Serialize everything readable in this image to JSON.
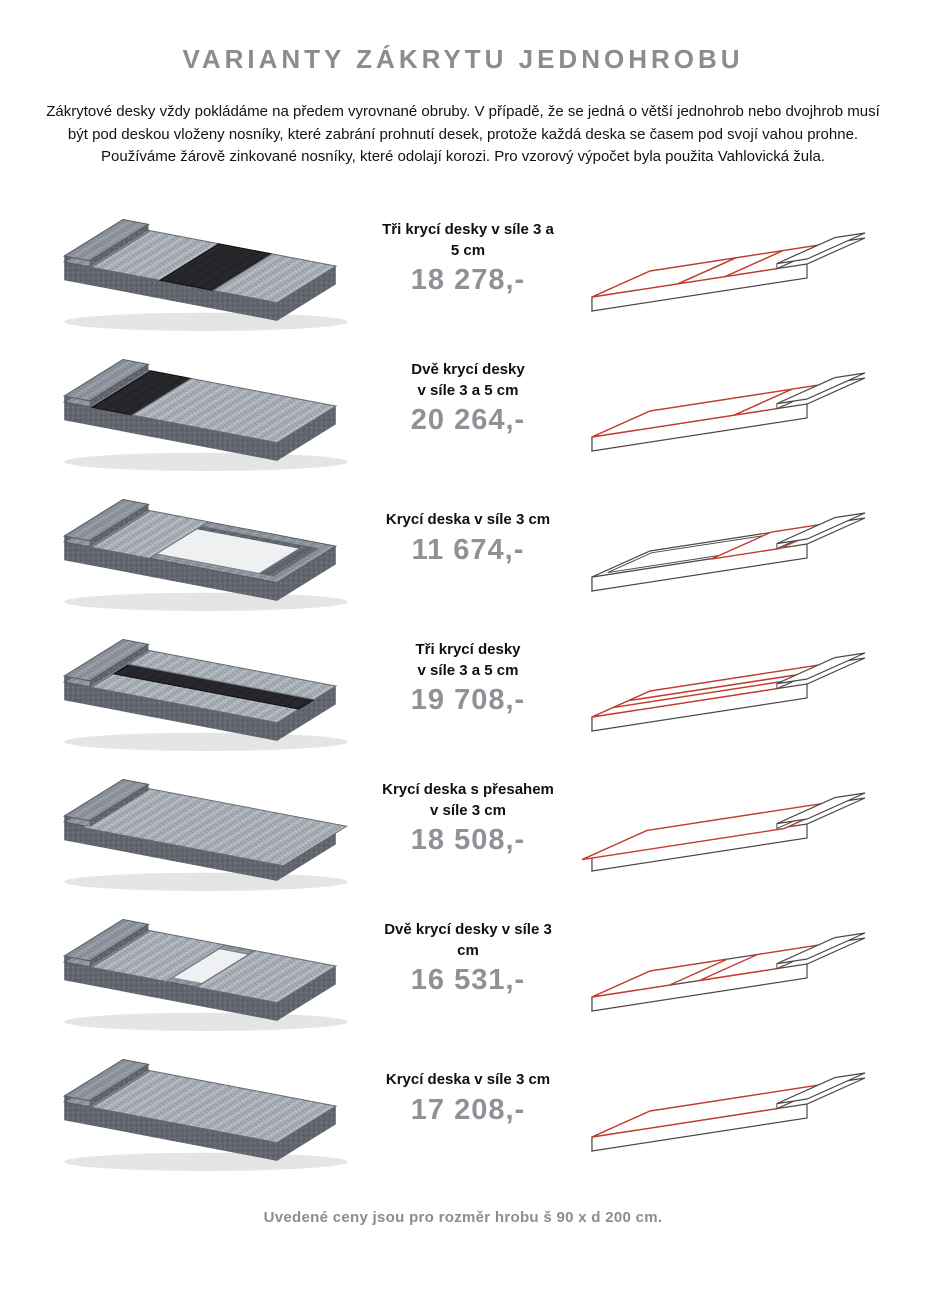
{
  "page": {
    "title": "VARIANTY ZÁKRYTU JEDNOHROBU",
    "intro": "Zákrytové desky vždy pokládáme na předem vyrovnané obruby. V případě, že se jedná o větší jednohrob nebo dvojhrob musí být pod deskou vloženy nosníky, které zabrání prohnutí desek, protože každá deska se časem pod svojí vahou prohne. Používáme žárově zinkované nosníky, které odolají korozi. Pro vzorový výpočet byla použita Vahlovická žula.",
    "footer": "Uvedené ceny jsou pro rozměr hrobu š 90 x d 200 cm.",
    "colors": {
      "heading": "#8a8d90",
      "price": "#8e9196",
      "diagram_accent": "#c43c2e",
      "granite_light": "#a9afb7",
      "granite_dark": "#62666e"
    }
  },
  "variants": [
    {
      "label": "Tři krycí desky v síle 3 a 5 cm",
      "price": "18 278,-"
    },
    {
      "label": "Dvě krycí desky\nv síle 3 a 5 cm",
      "price": "20 264,-"
    },
    {
      "label": "Krycí deska v síle 3 cm",
      "price": "11 674,-"
    },
    {
      "label": "Tři krycí desky\nv síle 3 a 5 cm",
      "price": "19 708,-"
    },
    {
      "label": "Krycí deska s přesahem\nv síle 3 cm",
      "price": "18 508,-"
    },
    {
      "label": "Dvě krycí desky v síle 3 cm",
      "price": "16 531,-"
    },
    {
      "label": "Krycí deska v síle 3 cm",
      "price": "17 208,-"
    }
  ]
}
